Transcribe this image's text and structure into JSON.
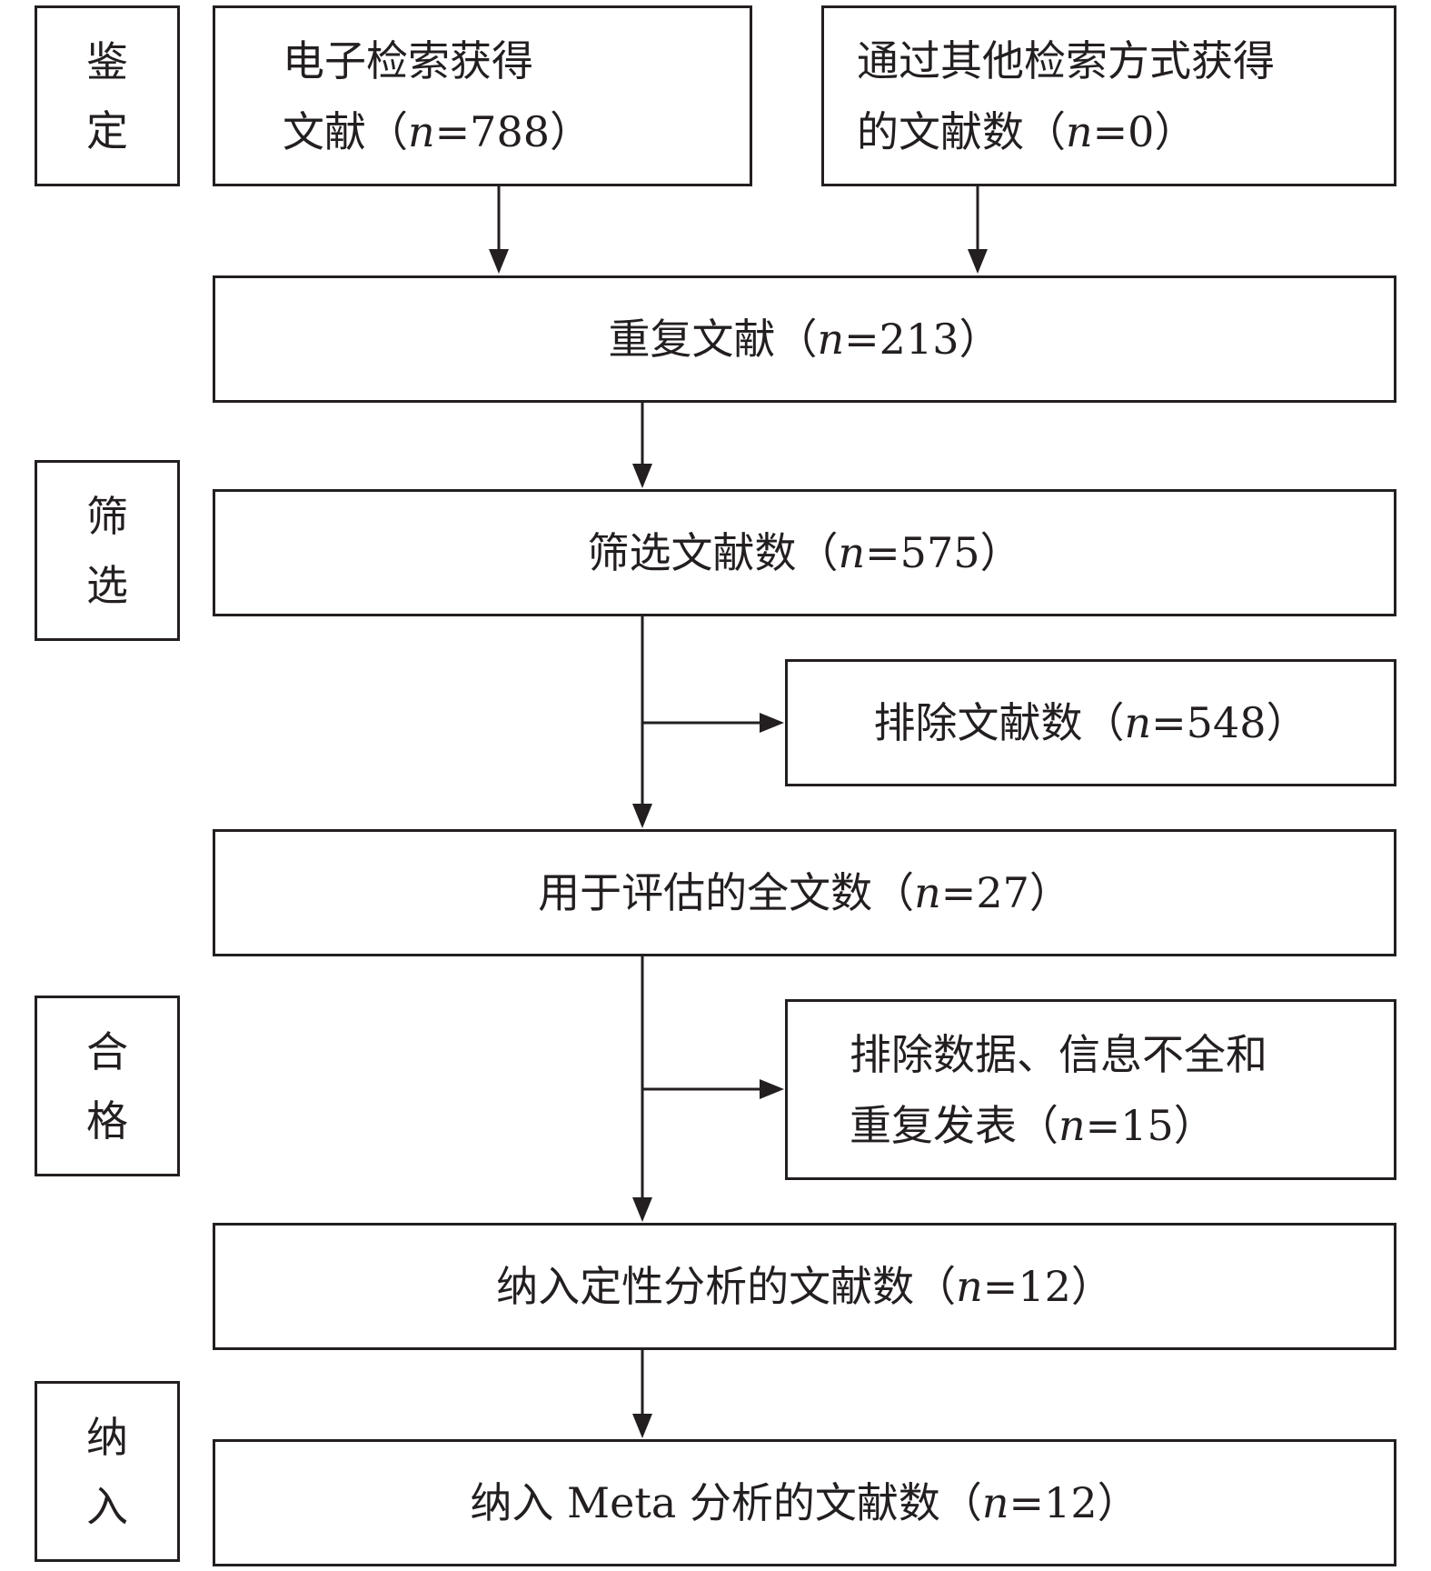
{
  "stages": {
    "identification": [
      "鉴",
      "定"
    ],
    "screening": [
      "筛",
      "选"
    ],
    "eligibility": [
      "合",
      "格"
    ],
    "included": [
      "纳",
      "入"
    ]
  },
  "nodes": {
    "electronic_search": {
      "line1": "电子检索获得",
      "line2_prefix": "文献（",
      "var": "n",
      "line2_suffix": "=788）"
    },
    "other_search": {
      "line1": "通过其他检索方式获得",
      "line2_prefix": "的文献数（",
      "var": "n",
      "line2_suffix": "=0）"
    },
    "duplicates": {
      "prefix": "重复文献（",
      "var": "n",
      "suffix": "=213）"
    },
    "screened": {
      "prefix": "筛选文献数（",
      "var": "n",
      "suffix": "=575）"
    },
    "excluded_screening": {
      "prefix": "排除文献数（",
      "var": "n",
      "suffix": "=548）"
    },
    "full_text": {
      "prefix": "用于评估的全文数（",
      "var": "n",
      "suffix": "=27）"
    },
    "excluded_fulltext": {
      "line1": "排除数据、信息不全和",
      "line2_prefix": "重复发表（",
      "var": "n",
      "line2_suffix": "=15）"
    },
    "qualitative": {
      "prefix": "纳入定性分析的文献数（",
      "var": "n",
      "suffix": "=12）"
    },
    "meta": {
      "prefix": "纳入 Meta 分析的文献数（",
      "var": "n",
      "suffix": "=12）"
    }
  }
}
